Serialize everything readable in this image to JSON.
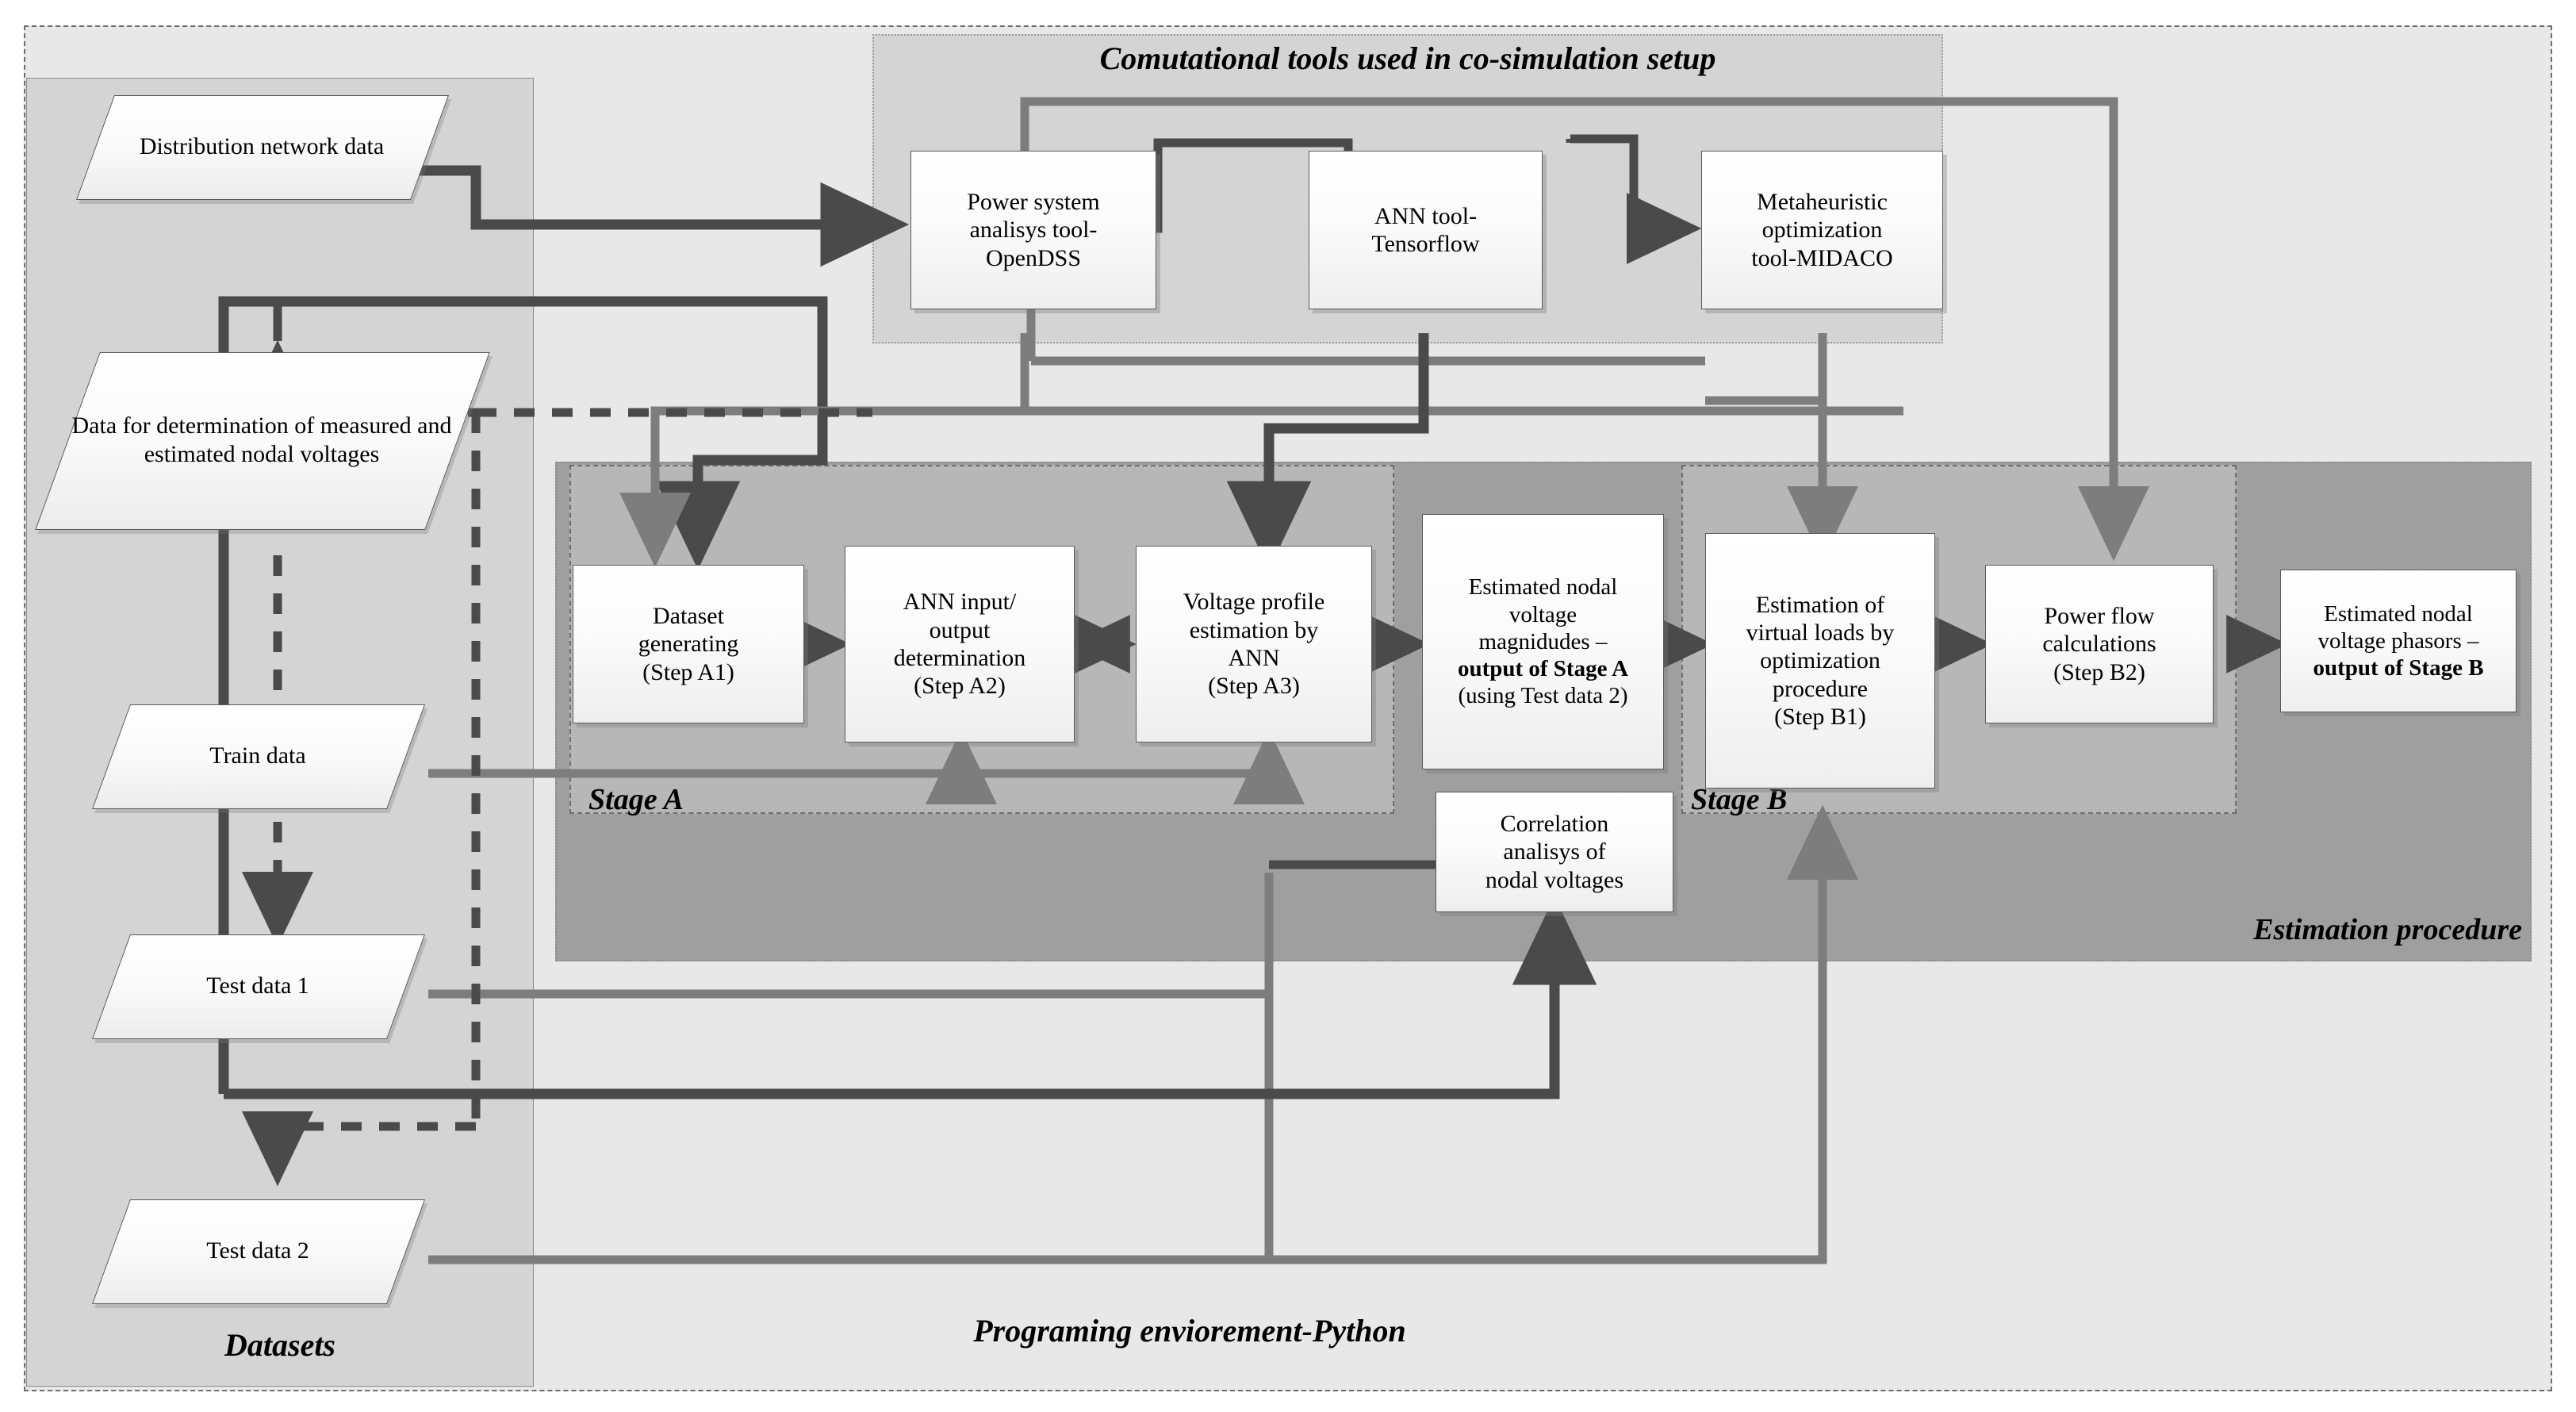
{
  "regions": {
    "tools_title": "Comutational tools used in co-simulation setup",
    "datasets_title": "Datasets",
    "python_title": "Programing enviorement-Python",
    "stage_a_title": "Stage A",
    "stage_b_title": "Stage B",
    "estimation_title": "Estimation procedure"
  },
  "datasets": [
    {
      "id": "distribution-network-data",
      "label": "Distribution\nnetwork data"
    },
    {
      "id": "data-for-determination",
      "label": "Data for\ndetermination of\nmeasured and\nestimated nodal\nvoltages"
    },
    {
      "id": "train-data",
      "label": "Train data"
    },
    {
      "id": "test-data-1",
      "label": "Test data 1"
    },
    {
      "id": "test-data-2",
      "label": "Test data 2"
    }
  ],
  "tools": [
    {
      "id": "opendss",
      "label": "Power system\nanalisys tool-\nOpenDSS"
    },
    {
      "id": "tensorflow",
      "label": "ANN tool-\nTensorflow"
    },
    {
      "id": "midaco",
      "label": "Metaheuristic\noptimization\ntool-MIDACO"
    }
  ],
  "stage_a_steps": [
    {
      "id": "step-a1",
      "label": "Dataset\ngenerating\n(Step A1)"
    },
    {
      "id": "step-a2",
      "label": "ANN input/\noutput\ndetermination\n(Step A2)"
    },
    {
      "id": "step-a3",
      "label": "Voltage profile\nestimation by\nANN\n(Step A3)"
    }
  ],
  "stage_a_output": {
    "id": "stage-a-output",
    "line1": "Estimated nodal",
    "line2": "voltage",
    "line3": "magnidudes –",
    "line4_bold": "output of Stage A",
    "line5": "(using Test data 2)"
  },
  "stage_b_steps": [
    {
      "id": "step-b1",
      "label": "Estimation of\nvirtual loads by\noptimization\nprocedure\n(Step B1)"
    },
    {
      "id": "step-b2",
      "label": "Power flow\ncalculations\n(Step B2)"
    }
  ],
  "stage_b_output": {
    "id": "stage-b-output",
    "line1": "Estimated nodal",
    "line2": "voltage phasors –",
    "line3_bold": "output of Stage B"
  },
  "correlation": {
    "id": "correlation-analysis",
    "label": "Correlation\nanalisys of\nnodal voltages"
  },
  "colors": {
    "outer_bg": "#e8e8e8",
    "datasets_bg": "#d4d4d4",
    "tools_bg": "#d4d4d4",
    "estimation_bg": "#9f9f9f",
    "stage_bg": "#b7b7b7",
    "node_border": "#5a5a5a",
    "arrow_dark": "#4a4a4a",
    "arrow_gray": "#7d7d7d"
  }
}
